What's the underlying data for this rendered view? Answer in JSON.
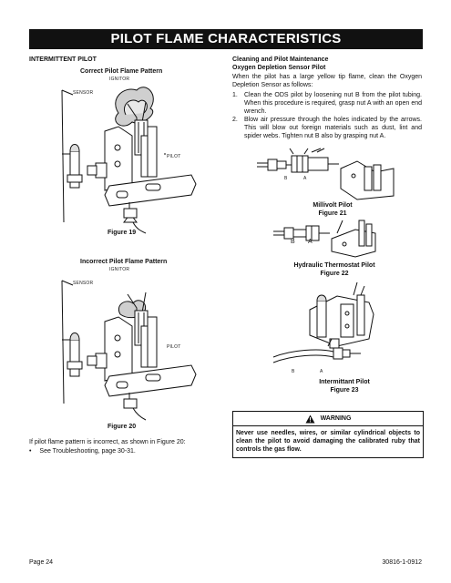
{
  "page_title": "PILOT FLAME CHARACTERISTICS",
  "left": {
    "section_heading": "INTERMITTENT PILOT",
    "fig19": {
      "pattern_title": "Correct Pilot Flame Pattern",
      "ignitor_label": "IGNITOR",
      "sensor_label": "SENSOR",
      "pilot_label": "PILOT",
      "caption": "Figure 19"
    },
    "fig20": {
      "pattern_title": "Incorrect Pilot Flame Pattern",
      "ignitor_label": "IGNITOR",
      "sensor_label": "SENSOR",
      "pilot_label": "PILOT",
      "caption": "Figure 20"
    },
    "note": "If pilot flame pattern is incorrect, as shown in Figure 20:",
    "bullet": "See Troubleshooting, page 30-31.",
    "bullet_symbol": "•"
  },
  "right": {
    "heading1": "Cleaning and Pilot Maintenance",
    "heading2": "Oxygen Depletion Sensor Pilot",
    "intro": "When the pilot has a large yellow tip flame, clean the Oxygen Depletion Sensor as follows:",
    "steps": [
      {
        "num": "1.",
        "text": "Clean the ODS pilot by loosening nut B from the pilot tubing. When this procedure is required, grasp nut A with an open end wrench."
      },
      {
        "num": "2.",
        "text": "Blow air pressure through the holes indicated by the arrows. This will blow out foreign materials such as dust, lint and spider webs. Tighten nut B also by grasping nut A."
      }
    ],
    "fig21": {
      "label_b": "B",
      "label_a": "A",
      "caption_line1": "Millivolt Pilot",
      "caption_line2": "Figure 21"
    },
    "fig22": {
      "label_b": "B",
      "label_a": "A",
      "caption_line1": "Hydraulic Thermostat Pilot",
      "caption_line2": "Figure 22"
    },
    "fig23": {
      "label_b": "B",
      "label_a": "A",
      "caption_line1": "Intermittant Pilot",
      "caption_line2": "Figure 23"
    },
    "warning": {
      "title": "WARNING",
      "text": "Never use needles, wires, or similar cylindrical objects to clean the pilot to avoid damaging the calibrated ruby that controls the gas flow."
    }
  },
  "footer": {
    "left": "Page 24",
    "right": "30816-1-0912"
  }
}
